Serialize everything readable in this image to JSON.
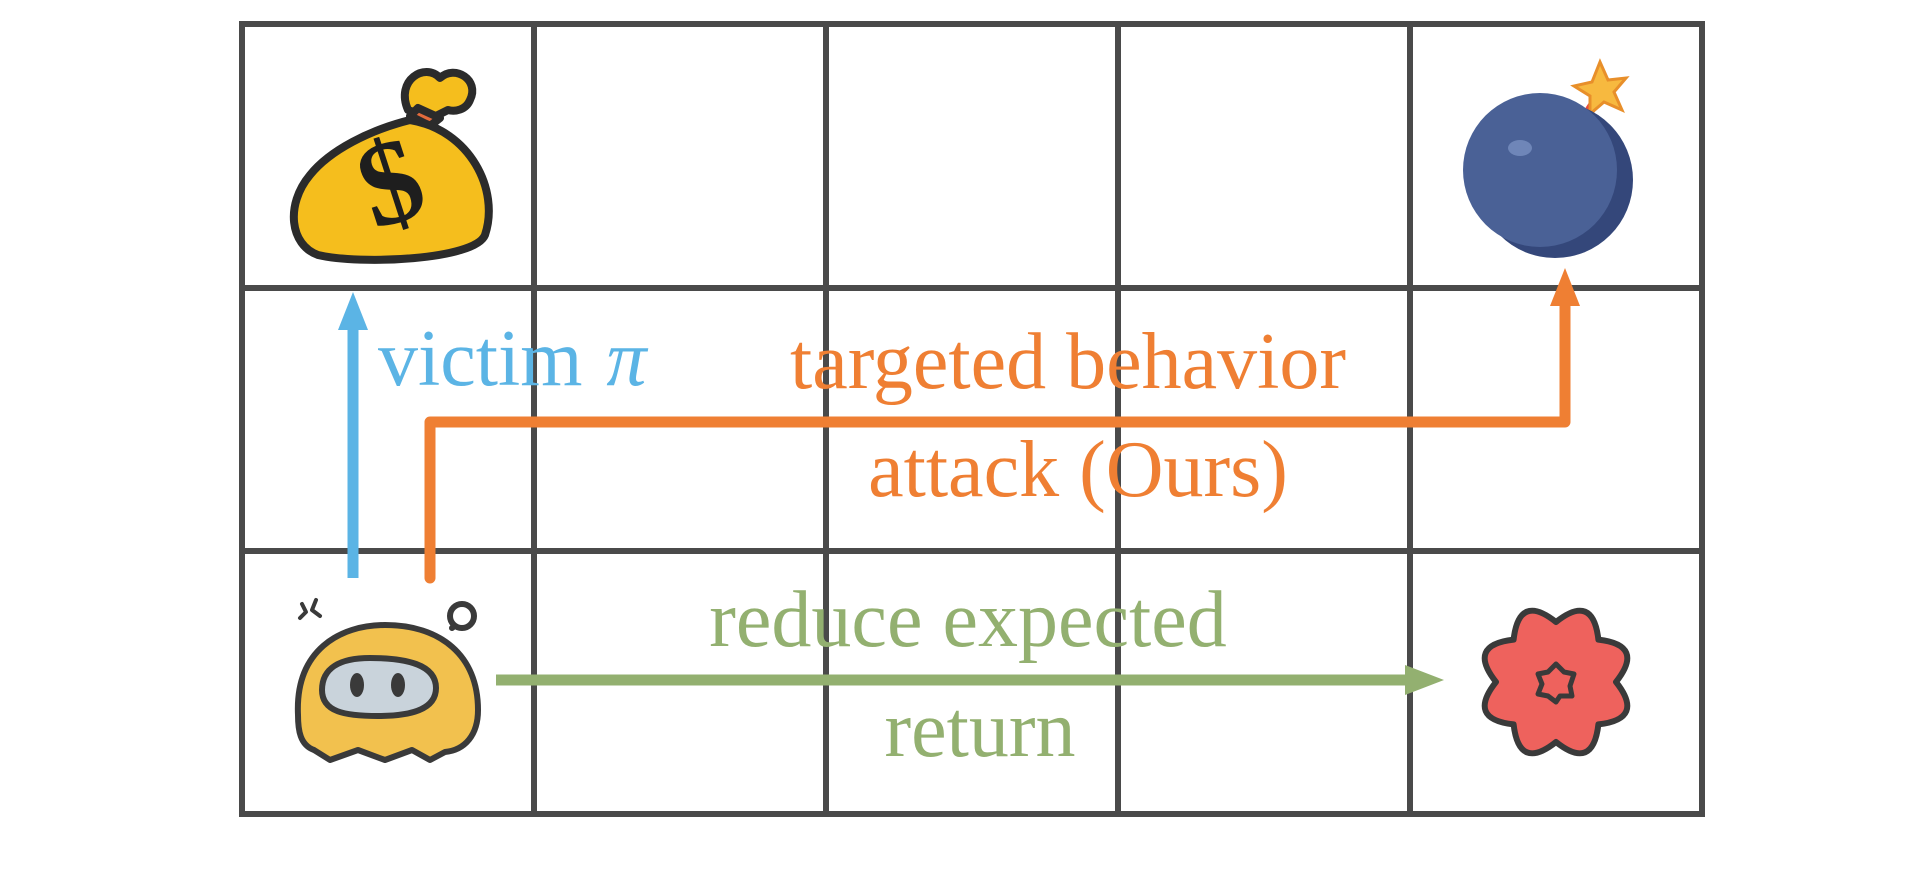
{
  "grid": {
    "rows": 3,
    "cols": 5,
    "line_color": "#4a4a4a"
  },
  "labels": {
    "victim": {
      "text": "victim",
      "symbol": "π",
      "color": "#5bb4e5"
    },
    "targeted_line1": {
      "text": "targeted behavior",
      "color": "#ef7f33"
    },
    "targeted_line2": {
      "text": "attack (Ours)",
      "color": "#ef7f33"
    },
    "reduce_line1": {
      "text": "reduce expected",
      "color": "#93b070"
    },
    "reduce_line2": {
      "text": "return",
      "color": "#93b070"
    }
  },
  "icons": {
    "money": {
      "name": "money-bag-icon",
      "color": "#f5be1d"
    },
    "bomb": {
      "name": "bomb-icon",
      "color": "#445c8e"
    },
    "robot": {
      "name": "robot-agent-icon",
      "color": "#f2c14e"
    },
    "flower": {
      "name": "flower-icon",
      "color": "#ee625d"
    }
  }
}
